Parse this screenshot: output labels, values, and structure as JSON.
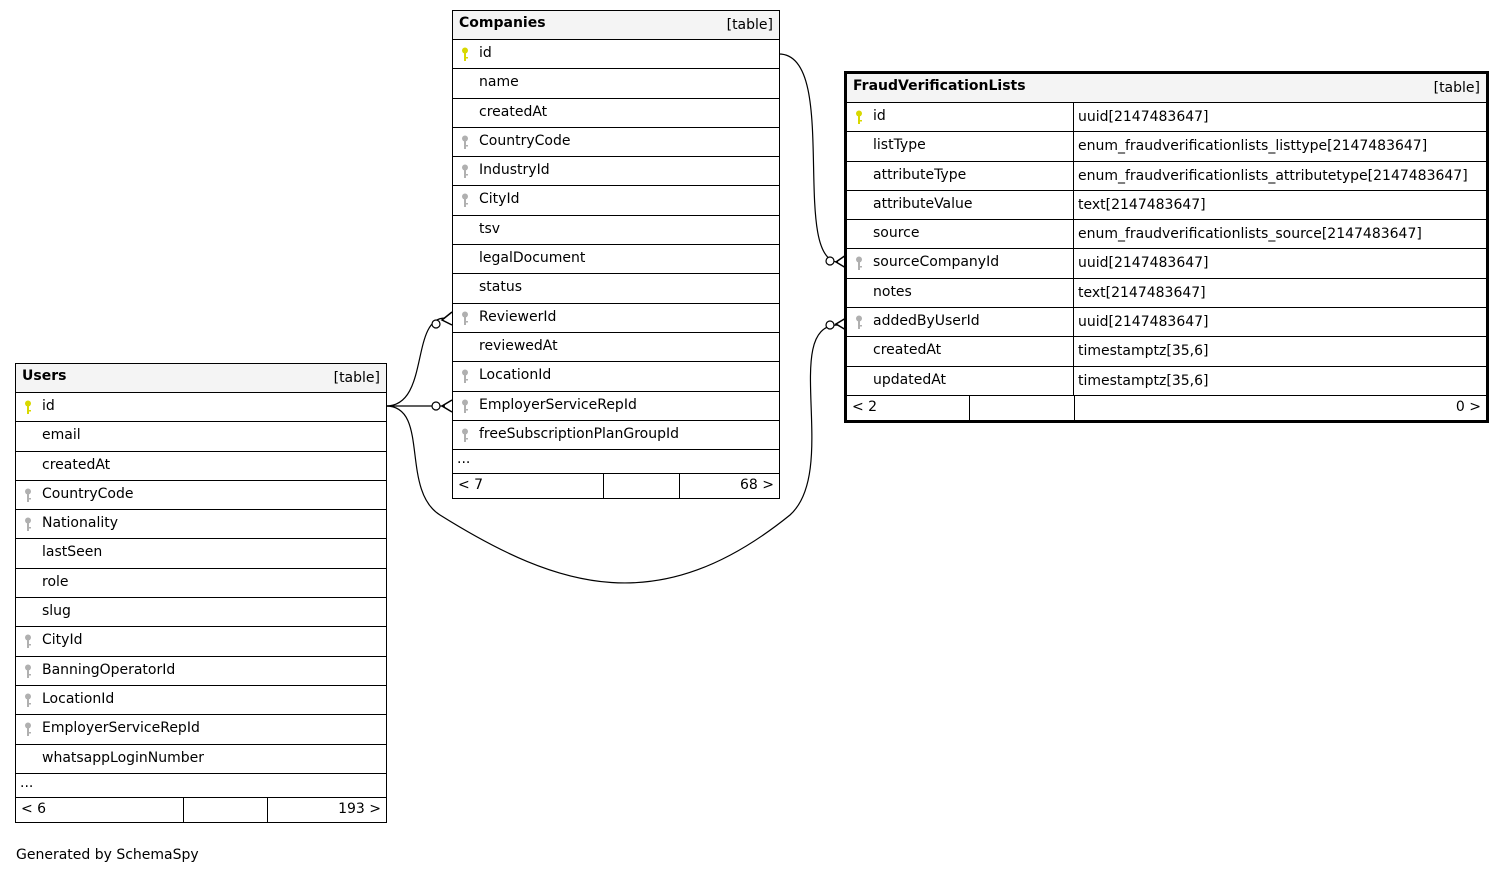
{
  "tables": {
    "companies": {
      "name": "Companies",
      "type": "[table]",
      "columns": [
        {
          "name": "id",
          "key": "pk"
        },
        {
          "name": "name"
        },
        {
          "name": "createdAt"
        },
        {
          "name": "CountryCode",
          "key": "fk"
        },
        {
          "name": "IndustryId",
          "key": "fk"
        },
        {
          "name": "CityId",
          "key": "fk"
        },
        {
          "name": "tsv"
        },
        {
          "name": "legalDocument"
        },
        {
          "name": "status"
        },
        {
          "name": "ReviewerId",
          "key": "fk"
        },
        {
          "name": "reviewedAt"
        },
        {
          "name": "LocationId",
          "key": "fk"
        },
        {
          "name": "EmployerServiceRepId",
          "key": "fk"
        },
        {
          "name": "freeSubscriptionPlanGroupId",
          "key": "fk"
        }
      ],
      "more": "...",
      "footer": [
        "< 7",
        "",
        "68 >"
      ]
    },
    "users": {
      "name": "Users",
      "type": "[table]",
      "columns": [
        {
          "name": "id",
          "key": "pk"
        },
        {
          "name": "email"
        },
        {
          "name": "createdAt"
        },
        {
          "name": "CountryCode",
          "key": "fk"
        },
        {
          "name": "Nationality",
          "key": "fk"
        },
        {
          "name": "lastSeen"
        },
        {
          "name": "role"
        },
        {
          "name": "slug"
        },
        {
          "name": "CityId",
          "key": "fk"
        },
        {
          "name": "BanningOperatorId",
          "key": "fk"
        },
        {
          "name": "LocationId",
          "key": "fk"
        },
        {
          "name": "EmployerServiceRepId",
          "key": "fk"
        },
        {
          "name": "whatsappLoginNumber"
        }
      ],
      "more": "...",
      "footer": [
        "< 6",
        "",
        "193 >"
      ]
    },
    "fraud": {
      "name": "FraudVerificationLists",
      "type": "[table]",
      "columns": [
        {
          "name": "id",
          "key": "pk",
          "dtype": "uuid[2147483647]"
        },
        {
          "name": "listType",
          "dtype": "enum_fraudverificationlists_listtype[2147483647]"
        },
        {
          "name": "attributeType",
          "dtype": "enum_fraudverificationlists_attributetype[2147483647]"
        },
        {
          "name": "attributeValue",
          "dtype": "text[2147483647]"
        },
        {
          "name": "source",
          "dtype": "enum_fraudverificationlists_source[2147483647]"
        },
        {
          "name": "sourceCompanyId",
          "key": "fk",
          "dtype": "uuid[2147483647]"
        },
        {
          "name": "notes",
          "dtype": "text[2147483647]"
        },
        {
          "name": "addedByUserId",
          "key": "fk",
          "dtype": "uuid[2147483647]"
        },
        {
          "name": "createdAt",
          "dtype": "timestamptz[35,6]"
        },
        {
          "name": "updatedAt",
          "dtype": "timestamptz[35,6]"
        }
      ],
      "footer": [
        "< 2",
        "",
        "0 >"
      ]
    }
  },
  "colors": {
    "pk": "#d8d800",
    "fk": "#b0b0b0"
  },
  "generated_by": "Generated by SchemaSpy"
}
